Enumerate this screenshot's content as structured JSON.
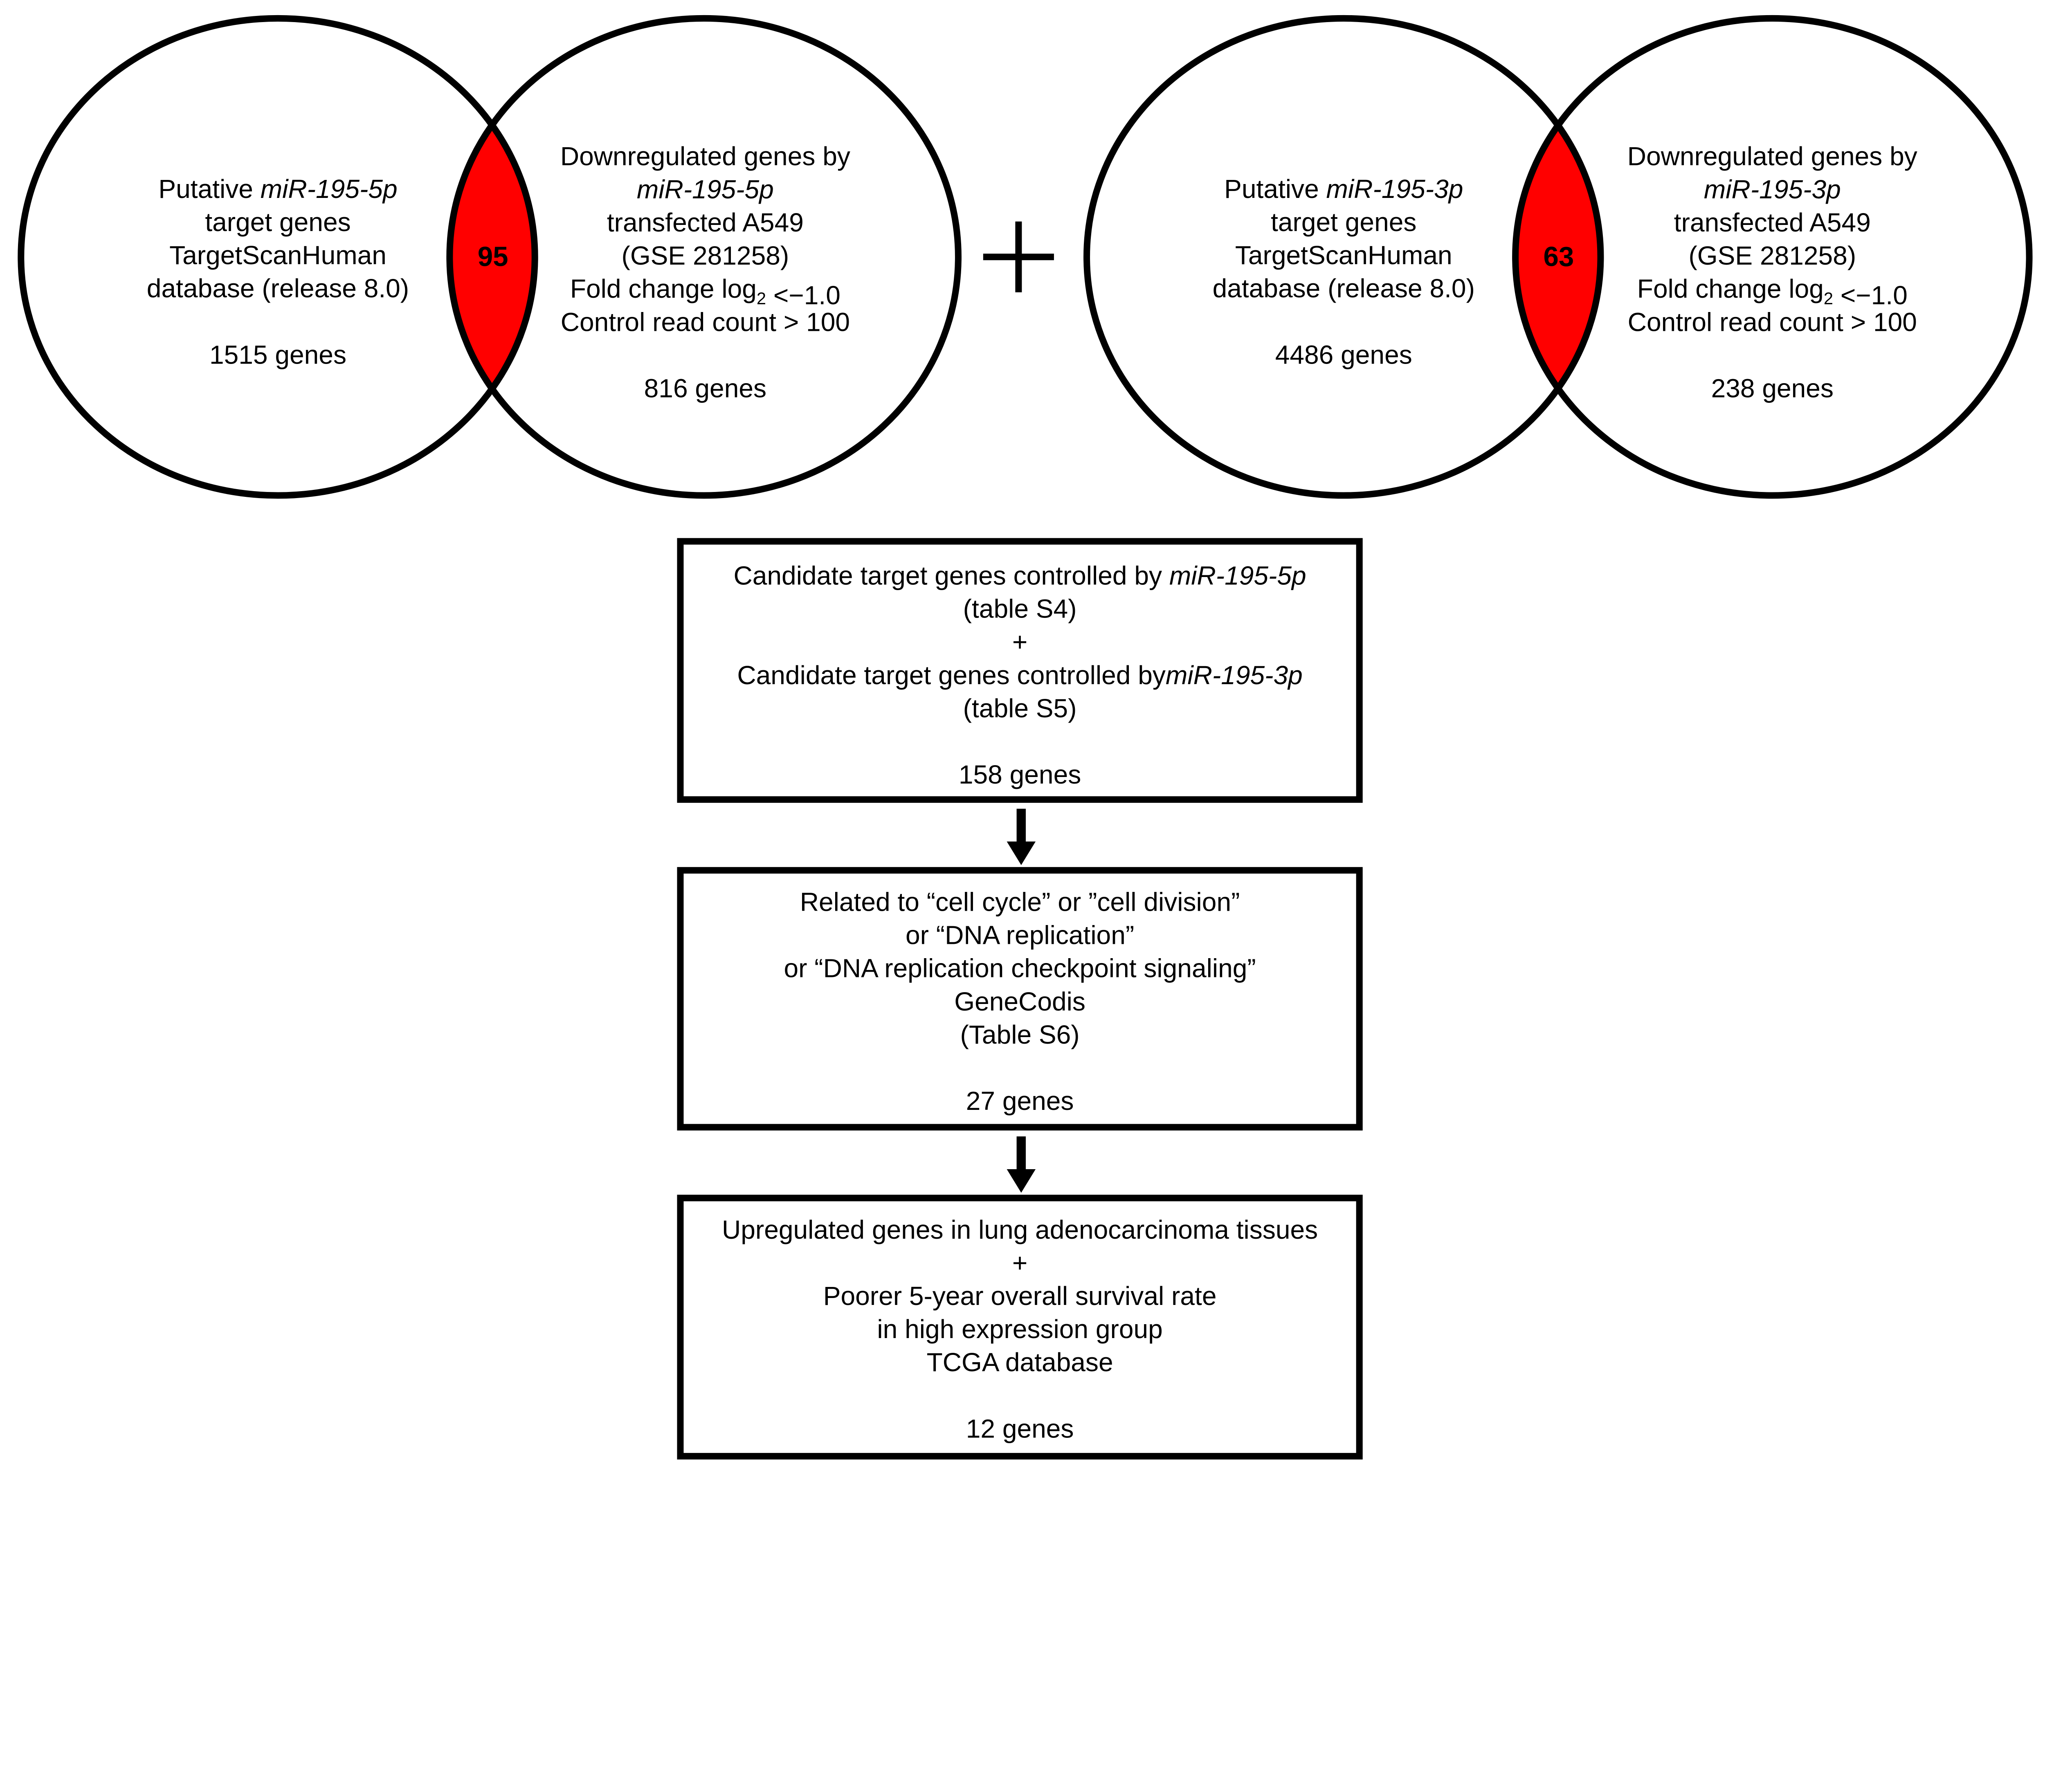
{
  "colors": {
    "stroke": "#000000",
    "intersection": "#ff0000",
    "background": "#ffffff"
  },
  "venn_left": {
    "set_a": [
      [
        {
          "t": "Putative "
        },
        {
          "t": "miR-195-5p",
          "i": true
        }
      ],
      [
        {
          "t": "target genes"
        }
      ],
      [
        {
          "t": "TargetScanHuman"
        }
      ],
      [
        {
          "t": "database (release 8.0)"
        }
      ],
      [
        {
          "t": ""
        }
      ],
      [
        {
          "t": "1515 genes"
        }
      ]
    ],
    "set_b": [
      [
        {
          "t": "Downregulated genes by"
        }
      ],
      [
        {
          "t": "miR-195-5p",
          "i": true
        }
      ],
      [
        {
          "t": "transfected A549"
        }
      ],
      [
        {
          "t": "(GSE 281258)"
        }
      ],
      [
        {
          "t": "Fold change log"
        },
        {
          "t": "2",
          "sub": true
        },
        {
          "t": " <−1.0"
        }
      ],
      [
        {
          "t": "Control read count > 100"
        }
      ],
      [
        {
          "t": ""
        }
      ],
      [
        {
          "t": "816 genes"
        }
      ]
    ],
    "overlap": "95"
  },
  "plus_sign": "plus-icon",
  "venn_right": {
    "set_a": [
      [
        {
          "t": "Putative "
        },
        {
          "t": "miR-195-3p",
          "i": true
        }
      ],
      [
        {
          "t": "target genes"
        }
      ],
      [
        {
          "t": "TargetScanHuman"
        }
      ],
      [
        {
          "t": "database (release 8.0)"
        }
      ],
      [
        {
          "t": ""
        }
      ],
      [
        {
          "t": "4486 genes"
        }
      ]
    ],
    "set_b": [
      [
        {
          "t": "Downregulated genes by"
        }
      ],
      [
        {
          "t": "miR-195-3p",
          "i": true
        }
      ],
      [
        {
          "t": "transfected A549"
        }
      ],
      [
        {
          "t": "(GSE 281258)"
        }
      ],
      [
        {
          "t": "Fold change log"
        },
        {
          "t": "2",
          "sub": true
        },
        {
          "t": " <−1.0"
        }
      ],
      [
        {
          "t": "Control read count > 100"
        }
      ],
      [
        {
          "t": ""
        }
      ],
      [
        {
          "t": "238 genes"
        }
      ]
    ],
    "overlap": "63"
  },
  "boxes": [
    [
      [
        {
          "t": "Candidate target genes controlled by "
        },
        {
          "t": "miR-195-5p",
          "i": true
        }
      ],
      [
        {
          "t": "(table S4)"
        }
      ],
      [
        {
          "t": "+"
        }
      ],
      [
        {
          "t": "Candidate target genes controlled by"
        },
        {
          "t": "miR-195-3p",
          "i": true
        }
      ],
      [
        {
          "t": "(table S5)"
        }
      ],
      [
        {
          "t": ""
        }
      ],
      [
        {
          "t": "158 genes"
        }
      ]
    ],
    [
      [
        {
          "t": "Related to “cell cycle”  or ”cell division”"
        }
      ],
      [
        {
          "t": "or “DNA replication”"
        }
      ],
      [
        {
          "t": "or “DNA replication checkpoint signaling”"
        }
      ],
      [
        {
          "t": "GeneCodis"
        }
      ],
      [
        {
          "t": "(Table S6)"
        }
      ],
      [
        {
          "t": ""
        }
      ],
      [
        {
          "t": "27 genes"
        }
      ]
    ],
    [
      [
        {
          "t": "Upregulated genes in lung adenocarcinoma tissues"
        }
      ],
      [
        {
          "t": "+"
        }
      ],
      [
        {
          "t": "Poorer 5-year overall survival rate"
        }
      ],
      [
        {
          "t": "in high expression group"
        }
      ],
      [
        {
          "t": "TCGA database"
        }
      ],
      [
        {
          "t": ""
        }
      ],
      [
        {
          "t": "12 genes"
        }
      ]
    ]
  ]
}
